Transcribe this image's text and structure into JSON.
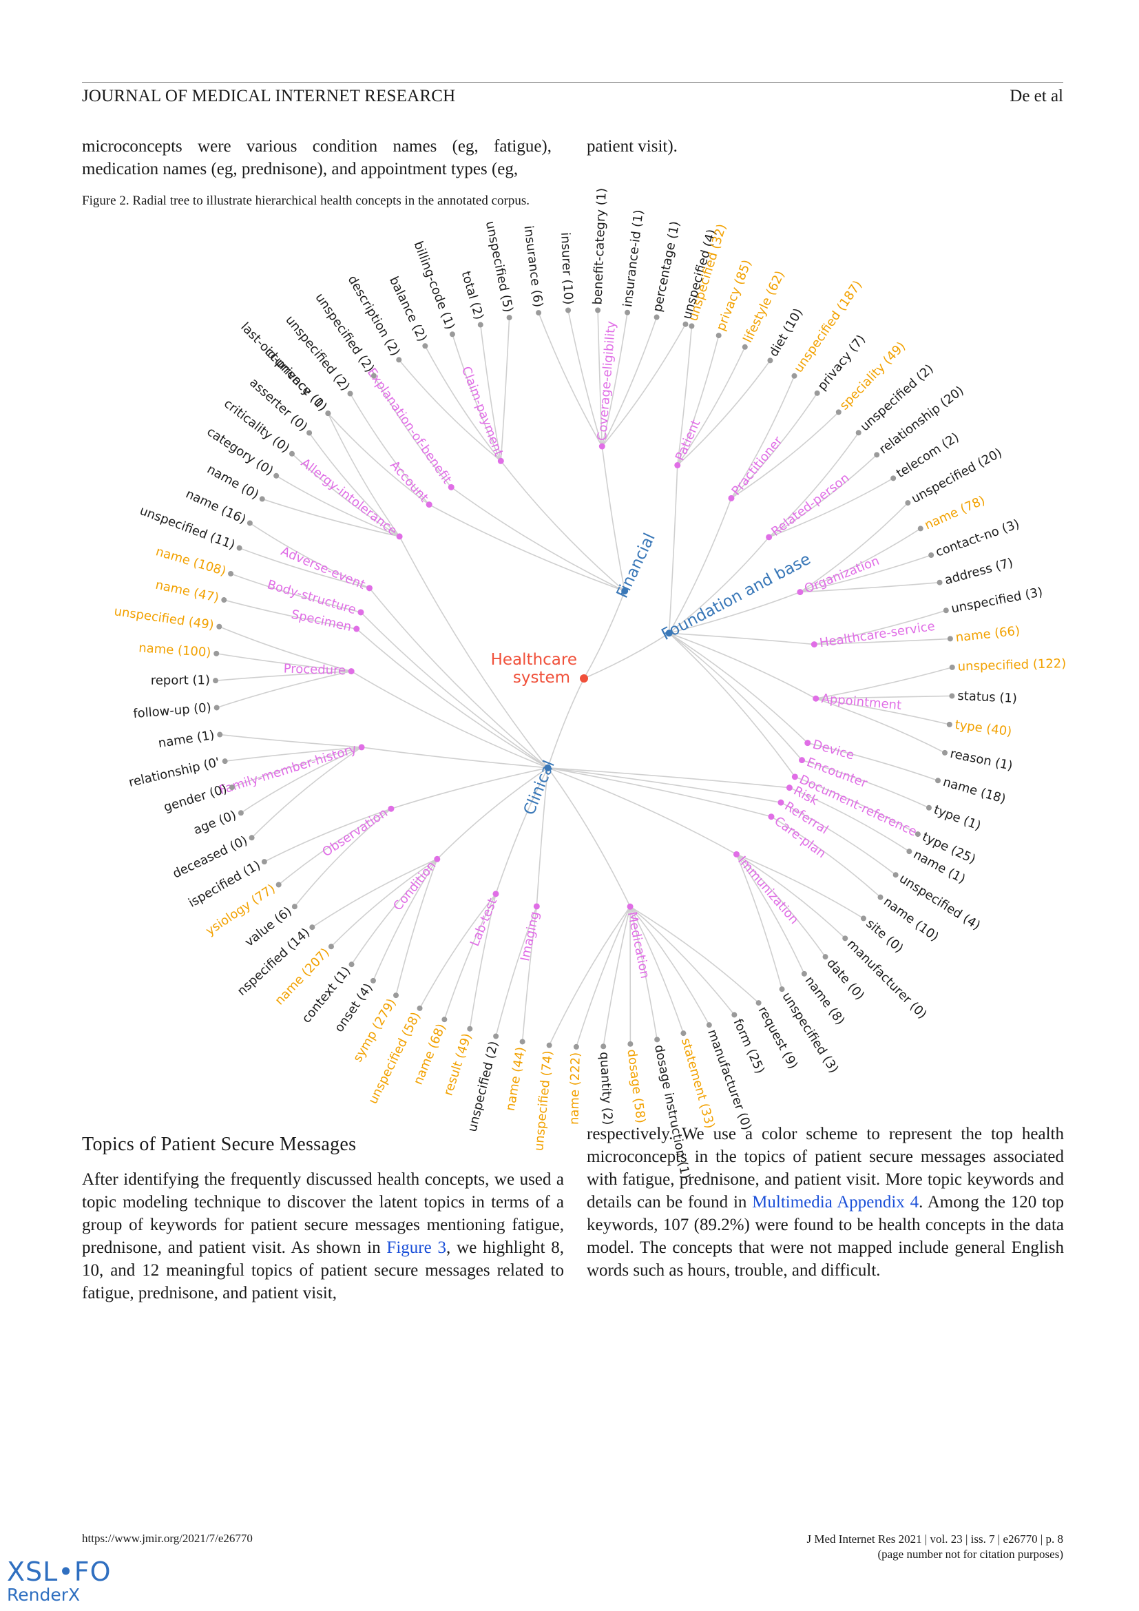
{
  "header": {
    "journal": "JOURNAL OF MEDICAL INTERNET RESEARCH",
    "authors": "De et al"
  },
  "intro": {
    "left": "microconcepts were various condition names (eg, fatigue), medication names (eg, prednisone), and appointment types (eg,",
    "right": "patient visit)."
  },
  "figure": {
    "caption": "Figure 2.  Radial tree to illustrate hierarchical health concepts in the annotated corpus.",
    "colors": {
      "edge": "#cfcfcf",
      "root": "#f0503a",
      "level1": "#3a78b8",
      "category": "#e06ee6",
      "leaf_dark": "#1c1c1c",
      "leaf_orange": "#f2a100",
      "leaf_dot": "#9a9a9a"
    },
    "root": "Healthcare system",
    "branches": [
      {
        "name": "Financial",
        "categories": [
          {
            "name": "Account",
            "leaves": [
              {
                "t": "id-privacy (1)",
                "o": 0
              },
              {
                "t": "unspecified (2)",
                "o": 0
              }
            ]
          },
          {
            "name": "Explanation-of-benefit",
            "leaves": [
              {
                "t": "unspecified (2)",
                "o": 0
              }
            ]
          },
          {
            "name": "Claim-payment",
            "leaves": [
              {
                "t": "description (2)",
                "o": 0
              },
              {
                "t": "balance (2)",
                "o": 0
              },
              {
                "t": "billing-code (1)",
                "o": 0
              },
              {
                "t": "total (2)",
                "o": 0
              },
              {
                "t": "unspecified (5)",
                "o": 0
              }
            ]
          },
          {
            "name": "Coverage-eligibility",
            "leaves": [
              {
                "t": "insurance (6)",
                "o": 0
              },
              {
                "t": "insurer (10)",
                "o": 0
              },
              {
                "t": "benefit-categry (1)",
                "o": 0
              },
              {
                "t": "insurance-id (1)",
                "o": 0
              },
              {
                "t": "percentage (1)",
                "o": 0
              },
              {
                "t": "unspecified (4)",
                "o": 0
              }
            ]
          }
        ]
      },
      {
        "name": "Foundation and base",
        "categories": [
          {
            "name": "Patient",
            "leaves": [
              {
                "t": "unspecified (32)",
                "o": 1
              },
              {
                "t": "privacy (85)",
                "o": 1
              },
              {
                "t": "lifestyle (62)",
                "o": 1
              },
              {
                "t": "diet (10)",
                "o": 0
              }
            ]
          },
          {
            "name": "Practitioner",
            "leaves": [
              {
                "t": "unspecified (187)",
                "o": 1
              },
              {
                "t": "privacy (7)",
                "o": 0
              },
              {
                "t": "speciality (49)",
                "o": 1
              }
            ]
          },
          {
            "name": "Related-person",
            "leaves": [
              {
                "t": "unspecified (2)",
                "o": 0
              },
              {
                "t": "relationship (20)",
                "o": 0
              },
              {
                "t": "telecom (2)",
                "o": 0
              }
            ]
          },
          {
            "name": "Organization",
            "leaves": [
              {
                "t": "unspecified (20)",
                "o": 0
              },
              {
                "t": "name (78)",
                "o": 1
              },
              {
                "t": "contact-no (3)",
                "o": 0
              },
              {
                "t": "address (7)",
                "o": 0
              }
            ]
          },
          {
            "name": "Healthcare-service",
            "leaves": [
              {
                "t": "unspecified (3)",
                "o": 0
              },
              {
                "t": "name (66)",
                "o": 1
              }
            ]
          },
          {
            "name": "Appointment",
            "leaves": [
              {
                "t": "unspecified (122)",
                "o": 1
              },
              {
                "t": "status (1)",
                "o": 0
              },
              {
                "t": "type (40)",
                "o": 1
              },
              {
                "t": "reason (1)",
                "o": 0
              }
            ]
          },
          {
            "name": "Device",
            "leaves": [
              {
                "t": "name (18)",
                "o": 0
              }
            ]
          },
          {
            "name": "Encounter",
            "leaves": [
              {
                "t": "type (1)",
                "o": 0
              }
            ]
          },
          {
            "name": "Document-reference",
            "leaves": [
              {
                "t": "type (25)",
                "o": 0
              }
            ]
          }
        ]
      },
      {
        "name": "Clinical",
        "categories": [
          {
            "name": "Risk",
            "leaves": [
              {
                "t": "name (1)",
                "o": 0
              }
            ]
          },
          {
            "name": "Referral",
            "leaves": [
              {
                "t": "unspecified (4)",
                "o": 0
              }
            ]
          },
          {
            "name": "Care-plan",
            "leaves": [
              {
                "t": "name (10)",
                "o": 0
              }
            ]
          },
          {
            "name": "Immunization",
            "leaves": [
              {
                "t": "site (0)",
                "o": 0
              },
              {
                "t": "manufacturer (0)",
                "o": 0
              },
              {
                "t": "date (0)",
                "o": 0
              },
              {
                "t": "name (8)",
                "o": 0
              },
              {
                "t": "unspecified (3)",
                "o": 0
              }
            ]
          },
          {
            "name": "Medication",
            "leaves": [
              {
                "t": "request (9)",
                "o": 0
              },
              {
                "t": "form (25)",
                "o": 0
              },
              {
                "t": "manufacturer (0)",
                "o": 0
              },
              {
                "t": "statement (33)",
                "o": 1
              },
              {
                "t": "dosage instruction (1)",
                "o": 0
              },
              {
                "t": "dosage (58)",
                "o": 1
              },
              {
                "t": "quantity (2)",
                "o": 0
              },
              {
                "t": "name (222)",
                "o": 1
              },
              {
                "t": "unspecified (74)",
                "o": 1
              }
            ]
          },
          {
            "name": "Imaging",
            "leaves": [
              {
                "t": "name (44)",
                "o": 1
              },
              {
                "t": "unspecified (2)",
                "o": 0
              }
            ]
          },
          {
            "name": "Lab-test",
            "leaves": [
              {
                "t": "result (49)",
                "o": 1
              },
              {
                "t": "name (68)",
                "o": 1
              },
              {
                "t": "unspecified (58)",
                "o": 1
              }
            ]
          },
          {
            "name": "Condition",
            "leaves": [
              {
                "t": "symp (279)",
                "o": 1
              },
              {
                "t": "onset (4)",
                "o": 0
              },
              {
                "t": "context (1)",
                "o": 0
              },
              {
                "t": "name (207)",
                "o": 1
              },
              {
                "t": "nspecified (14)",
                "o": 0
              }
            ]
          },
          {
            "name": "Observation",
            "leaves": [
              {
                "t": "value (6)",
                "o": 0
              },
              {
                "t": "ysiology (77)",
                "o": 1
              },
              {
                "t": "ispecified (1)",
                "o": 0
              }
            ]
          },
          {
            "name": "Family-member-history",
            "leaves": [
              {
                "t": "deceased (0)",
                "o": 0
              },
              {
                "t": "age (0)",
                "o": 0
              },
              {
                "t": "gender (0)",
                "o": 0
              },
              {
                "t": "relationship (0'",
                "o": 0
              },
              {
                "t": "name (1)",
                "o": 0
              }
            ]
          },
          {
            "name": "Procedure",
            "leaves": [
              {
                "t": "follow-up (0)",
                "o": 0
              },
              {
                "t": "report (1)",
                "o": 0
              },
              {
                "t": "name (100)",
                "o": 1
              },
              {
                "t": "unspecified (49)",
                "o": 1
              }
            ]
          },
          {
            "name": "Specimen",
            "leaves": [
              {
                "t": "name (47)",
                "o": 1
              }
            ]
          },
          {
            "name": "Body-structure",
            "leaves": [
              {
                "t": "name (108)",
                "o": 1
              }
            ]
          },
          {
            "name": "Adverse-event",
            "leaves": [
              {
                "t": "unspecified (11)",
                "o": 0
              },
              {
                "t": "name (16)",
                "o": 0
              }
            ]
          },
          {
            "name": "Allergy-intolerance",
            "leaves": [
              {
                "t": "name (0)",
                "o": 0
              },
              {
                "t": "category (0)",
                "o": 0
              },
              {
                "t": "criticality (0)",
                "o": 0
              },
              {
                "t": "asserter (0)",
                "o": 0
              },
              {
                "t": "last-occurrence (0)",
                "o": 0
              }
            ]
          }
        ]
      }
    ]
  },
  "section": {
    "heading": "Topics of Patient Secure Messages",
    "left_before_link": "After identifying the frequently discussed health concepts, we used a topic modeling technique to discover the latent topics in terms of a group of keywords for patient secure messages mentioning fatigue, prednisone, and patient visit. As shown in",
    "left_link": "Figure 3",
    "left_after_link": ", we highlight 8, 10, and 12 meaningful topics of patient secure messages related to fatigue, prednisone, and patient visit,",
    "right_before_link": "respectively. We use a color scheme to represent the top health microconcepts in the topics of patient secure messages associated with fatigue, prednisone, and patient visit. More topic keywords and details can be found in",
    "right_link": "Multimedia Appendix 4",
    "right_after_link": ". Among the 120 top keywords, 107 (89.2%) were found to be health concepts in the data model. The concepts that were not mapped include general English words such as hours, trouble, and difficult."
  },
  "footer": {
    "url": "https://www.jmir.org/2021/7/e26770",
    "citation": "J Med Internet Res 2021 | vol. 23 | iss. 7 | e26770 | p. 8",
    "note": "(page number not for citation purposes)"
  },
  "logo": {
    "line1": "XSL•FO",
    "line2": "RenderX"
  }
}
